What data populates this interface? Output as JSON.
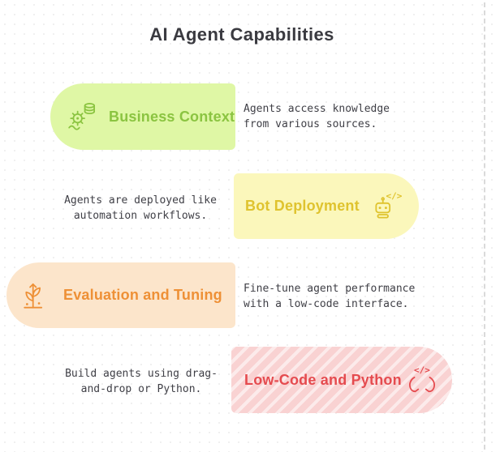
{
  "title": "AI Agent Capabilities",
  "text_color": "#3f3f46",
  "rows": [
    {
      "side": "left",
      "icon": "business-context-icon",
      "label": "Business Context",
      "desc1": "Agents access knowledge",
      "desc2": "from various sources.",
      "pill_color": "#dff7a5",
      "accent_color": "#8bc441"
    },
    {
      "side": "right",
      "icon": "bot-deployment-icon",
      "label": "Bot Deployment",
      "desc1": "Agents are deployed like",
      "desc2": "automation workflows.",
      "pill_color": "#fbf7bb",
      "accent_color": "#dfc32e"
    },
    {
      "side": "left",
      "icon": "evaluation-tuning-icon",
      "label": "Evaluation and Tuning",
      "desc1": "Fine-tune agent performance",
      "desc2": "with a low-code interface.",
      "pill_color": "#fce5cb",
      "accent_color": "#ee9036"
    },
    {
      "side": "right",
      "icon": "low-code-python-icon",
      "label": "Low-Code and Python",
      "desc1": "Build agents using drag-",
      "desc2": "and-drop or Python.",
      "pill_color": "#f9d2d2",
      "accent_color": "#e54b4f",
      "pattern": "diagonal-stripes"
    }
  ]
}
